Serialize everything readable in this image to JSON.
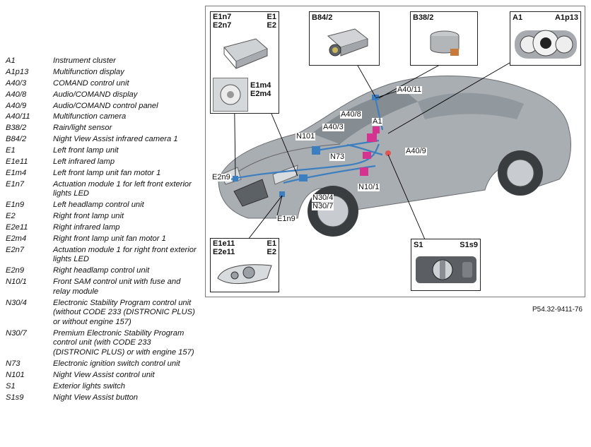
{
  "legend": [
    {
      "code": "A1",
      "desc": "Instrument cluster"
    },
    {
      "code": "A1p13",
      "desc": "Multifunction display"
    },
    {
      "code": "A40/3",
      "desc": "COMAND control unit"
    },
    {
      "code": "A40/8",
      "desc": "Audio/COMAND display"
    },
    {
      "code": "A40/9",
      "desc": "Audio/COMAND control panel"
    },
    {
      "code": "A40/11",
      "desc": "Multifunction camera"
    },
    {
      "code": "B38/2",
      "desc": "Rain/light sensor"
    },
    {
      "code": "B84/2",
      "desc": "Night View Assist infrared camera 1"
    },
    {
      "code": "E1",
      "desc": "Left front lamp unit"
    },
    {
      "code": "E1e11",
      "desc": "Left infrared lamp"
    },
    {
      "code": "E1m4",
      "desc": "Left front lamp unit fan motor 1"
    },
    {
      "code": "E1n7",
      "desc": "Actuation module 1 for left front exterior lights LED"
    },
    {
      "code": "E1n9",
      "desc": "Left headlamp control unit"
    },
    {
      "code": "E2",
      "desc": "Right front lamp unit"
    },
    {
      "code": "E2e11",
      "desc": "Right infrared lamp"
    },
    {
      "code": "E2m4",
      "desc": "Right front lamp unit fan motor 1"
    },
    {
      "code": "E2n7",
      "desc": "Actuation module 1 for right front exterior lights LED"
    },
    {
      "code": "E2n9",
      "desc": "Right headlamp control unit"
    },
    {
      "code": "N10/1",
      "desc": "Front SAM control unit with fuse and relay module"
    },
    {
      "code": "N30/4",
      "desc": "Electronic Stability Program control unit (without CODE 233 (DISTRONIC PLUS) or without engine 157)"
    },
    {
      "code": "N30/7",
      "desc": "Premium Electronic Stability Program control unit (with CODE 233 (DISTRONIC PLUS) or with engine 157)"
    },
    {
      "code": "N73",
      "desc": "Electronic ignition switch control unit"
    },
    {
      "code": "N101",
      "desc": "Night View Assist control unit"
    },
    {
      "code": "S1",
      "desc": "Exterior lights switch"
    },
    {
      "code": "S1s9",
      "desc": "Night View Assist button"
    }
  ],
  "insets": {
    "lamp_module": {
      "tl": "E1n7",
      "tr": "E1",
      "tl2": "E2n7",
      "tr2": "E2",
      "fan1": "E1m4",
      "fan2": "E2m4"
    },
    "ir_camera": {
      "label": "B84/2"
    },
    "rain_sensor": {
      "label": "B38/2"
    },
    "cluster": {
      "left": "A1",
      "right": "A1p13"
    },
    "ir_lamp": {
      "tl": "E1e11",
      "tr": "E1",
      "tl2": "E2e11",
      "tr2": "E2"
    },
    "switch": {
      "left": "S1",
      "right": "S1s9"
    }
  },
  "callouts": {
    "a40_11": "A40/11",
    "a40_8": "A40/8",
    "a40_3": "A40/3",
    "a1": "A1",
    "n101": "N101",
    "n73": "N73",
    "a40_9": "A40/9",
    "e2n9": "E2n9",
    "n30_4": "N30/4",
    "n30_7": "N30/7",
    "n10_1": "N10/1",
    "e1n9": "E1n9"
  },
  "figure_id": "P54.32-9411-76",
  "colors": {
    "car_body": "#9ea3a8",
    "network_blue": "#3b7fc0",
    "highlight_magenta": "#d6328f",
    "frame": "#7a7a7a"
  }
}
